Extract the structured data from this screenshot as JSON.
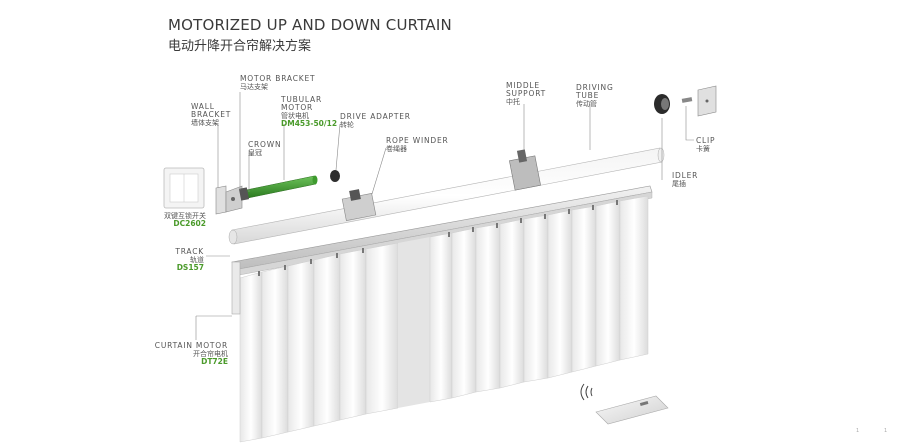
{
  "title": {
    "en": "MOTORIZED UP AND DOWN CURTAIN",
    "zh": "电动升降开合帘解决方案"
  },
  "labels": {
    "motor_bracket": {
      "en": "MOTOR BRACKET",
      "zh": "马达支架"
    },
    "wall_bracket": {
      "en1": "WALL",
      "en2": "BRACKET",
      "zh": "墙体支架"
    },
    "tubular_motor": {
      "en1": "TUBULAR",
      "en2": "MOTOR",
      "zh": "管状电机",
      "code": "DM453-50/12"
    },
    "drive_adapter": {
      "en": "DRIVE ADAPTER",
      "zh": "转轮"
    },
    "crown": {
      "en": "CROWN",
      "zh": "皇冠"
    },
    "rope_winder": {
      "en": "ROPE WINDER",
      "zh": "卷绳器"
    },
    "middle_support": {
      "en1": "MIDDLE",
      "en2": "SUPPORT",
      "zh": "中托"
    },
    "driving_tube": {
      "en1": "DRIVING",
      "en2": "TUBE",
      "zh": "传动管"
    },
    "clip": {
      "en": "CLIP",
      "zh": "卡簧"
    },
    "idler": {
      "en": "IDLER",
      "zh": "尾插"
    },
    "switch": {
      "zh": "双键互锁开关",
      "code": "DC2602"
    },
    "track": {
      "en": "TRACK",
      "zh": "轨道",
      "code": "DS157"
    },
    "curtain_motor": {
      "en": "CURTAIN MOTOR",
      "zh": "开合帘电机",
      "code": "DT72E"
    }
  },
  "colors": {
    "motor_green": "#3e9b2e",
    "code_green": "#4a9a2a",
    "leader": "#8a8a8a"
  },
  "page_marks": [
    "1",
    "1"
  ]
}
